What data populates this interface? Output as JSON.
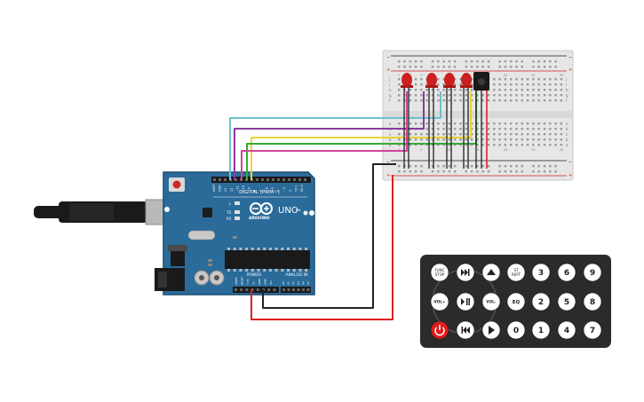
{
  "arduino": {
    "brand": "ARDUINO",
    "model": "UNO",
    "digital_label": "DIGITAL (PWM~)",
    "power_label": "POWER",
    "analog_label": "ANALOG IN",
    "aref_label": "AREF",
    "gnd_label": "GND",
    "tx_label": "TX",
    "rx_label": "RX",
    "l_label": "L",
    "on_label": "ON",
    "digital_pins": [
      "13",
      "12",
      "~11",
      "~10",
      "~9",
      "8",
      "7",
      "~6",
      "~5",
      "4",
      "~3",
      "2",
      "TX 1",
      "RX 0"
    ],
    "power_pins": [
      "IOREF",
      "RESET",
      "3.3V",
      "5V",
      "GND",
      "GND",
      "Vin"
    ],
    "analog_pins": [
      "A0",
      "A1",
      "A2",
      "A3",
      "A4",
      "A5"
    ]
  },
  "breadboard": {
    "column_numbers": [
      "1",
      "5",
      "10",
      "15",
      "20",
      "25",
      "30"
    ],
    "row_letters_top": [
      "j",
      "i",
      "h",
      "g",
      "f"
    ],
    "row_letters_bottom": [
      "e",
      "d",
      "c",
      "b",
      "a"
    ],
    "plus": "+",
    "minus": "−"
  },
  "remote": {
    "buttons": [
      {
        "label": "FUNC/STOP",
        "icon": ""
      },
      {
        "label": "",
        "icon": "next-track-icon"
      },
      {
        "label": "",
        "icon": "up-icon"
      },
      {
        "label": "ST/REPT",
        "icon": ""
      },
      {
        "label": "3",
        "icon": ""
      },
      {
        "label": "6",
        "icon": ""
      },
      {
        "label": "9",
        "icon": ""
      },
      {
        "label": "VOL+",
        "icon": ""
      },
      {
        "label": "",
        "icon": "play-pause-icon"
      },
      {
        "label": "VOL-",
        "icon": ""
      },
      {
        "label": "EQ",
        "icon": ""
      },
      {
        "label": "2",
        "icon": ""
      },
      {
        "label": "5",
        "icon": ""
      },
      {
        "label": "8",
        "icon": ""
      },
      {
        "label": "",
        "icon": "power-icon"
      },
      {
        "label": "",
        "icon": "prev-track-icon"
      },
      {
        "label": "",
        "icon": "down-icon"
      },
      {
        "label": "0",
        "icon": ""
      },
      {
        "label": "1",
        "icon": ""
      },
      {
        "label": "4",
        "icon": ""
      },
      {
        "label": "7",
        "icon": ""
      }
    ]
  },
  "colors": {
    "board": "#2a6b9a",
    "board_dark": "#1f5478",
    "breadboard": "#e6e6e6",
    "remote": "#2b2b2b",
    "wire_cyan": "#6cc0d0",
    "wire_purple": "#8a3aa0",
    "wire_yellow": "#e8d23a",
    "wire_green": "#33aa33",
    "wire_magenta": "#d0449a",
    "wire_black": "#222222",
    "wire_red": "#dd2222",
    "led": "#cc1f1f"
  }
}
